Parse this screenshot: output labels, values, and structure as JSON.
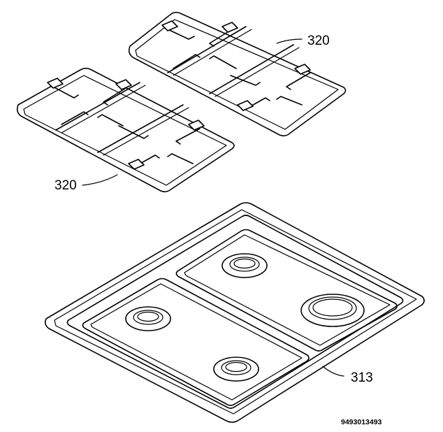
{
  "labels": {
    "grid_top": "320",
    "grid_left": "320",
    "hob": "313",
    "doc_number": "9493013493"
  }
}
